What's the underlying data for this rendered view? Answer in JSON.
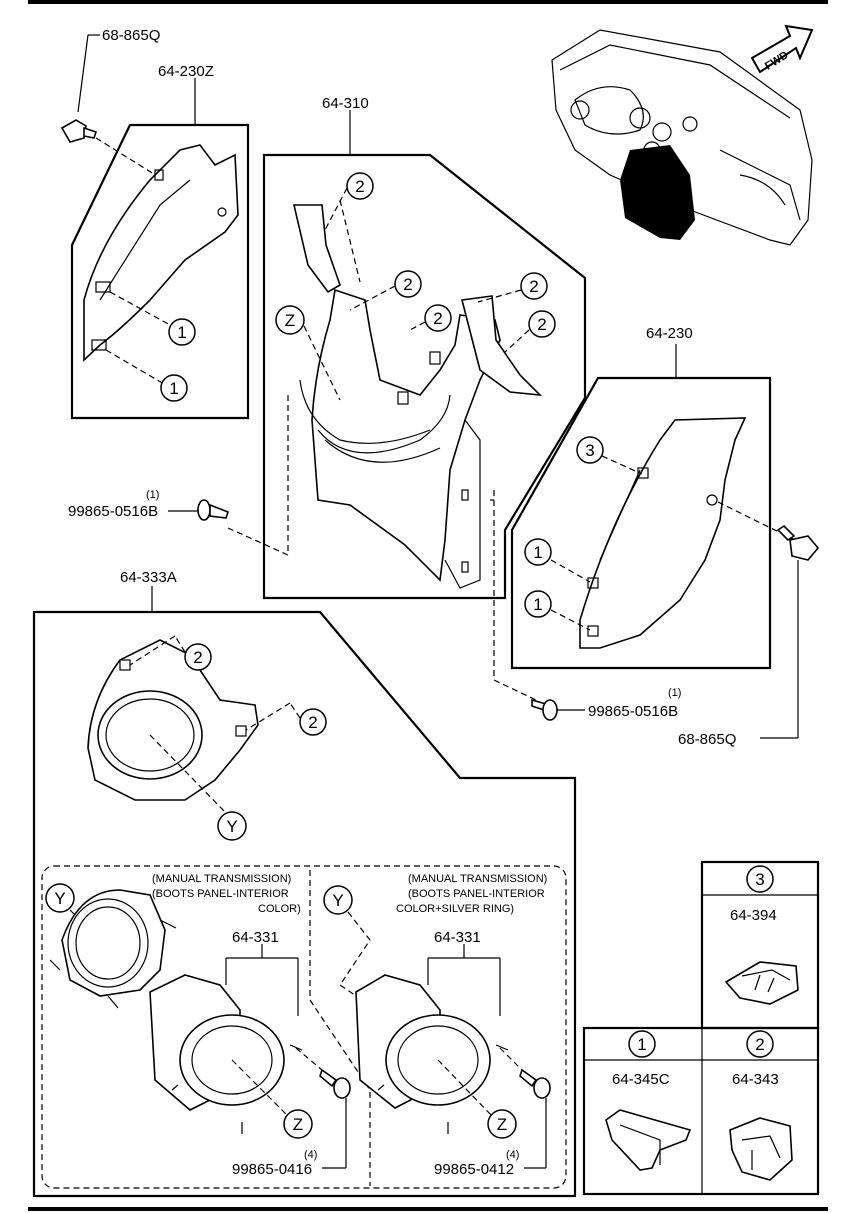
{
  "part_numbers": {
    "screw_top_left": "68-865Q",
    "panel_left": "64-230Z",
    "panel_center": "64-310",
    "panel_right": "64-230",
    "bolt_left": "99865-0516B",
    "bolt_left_qty": "(1)",
    "bolt_right": "99865-0516B",
    "bolt_right_qty": "(1)",
    "screw_right": "68-865Q",
    "boot_panel": "64-333A",
    "boot_left": "64-331",
    "boot_right": "64-331",
    "screw_bottom_left": "99865-0416",
    "screw_bottom_left_qty": "(4)",
    "screw_bottom_right": "99865-0412",
    "screw_bottom_right_qty": "(4)"
  },
  "callouts": {
    "one": "1",
    "two": "2",
    "three": "3",
    "y": "Y",
    "z": "Z"
  },
  "notes": {
    "left_line1": "(MANUAL TRANSMISSION)",
    "left_line2": "(BOOTS PANEL-INTERIOR",
    "left_line3": "COLOR)",
    "right_line1": "(MANUAL TRANSMISSION)",
    "right_line2": "(BOOTS PANEL-INTERIOR",
    "right_line3": "COLOR+SILVER RING)"
  },
  "legend": {
    "item3_number": "3",
    "item3_part": "64-394",
    "item1_number": "1",
    "item1_part": "64-345C",
    "item2_number": "2",
    "item2_part": "64-343"
  },
  "fwd_label": "FWD"
}
